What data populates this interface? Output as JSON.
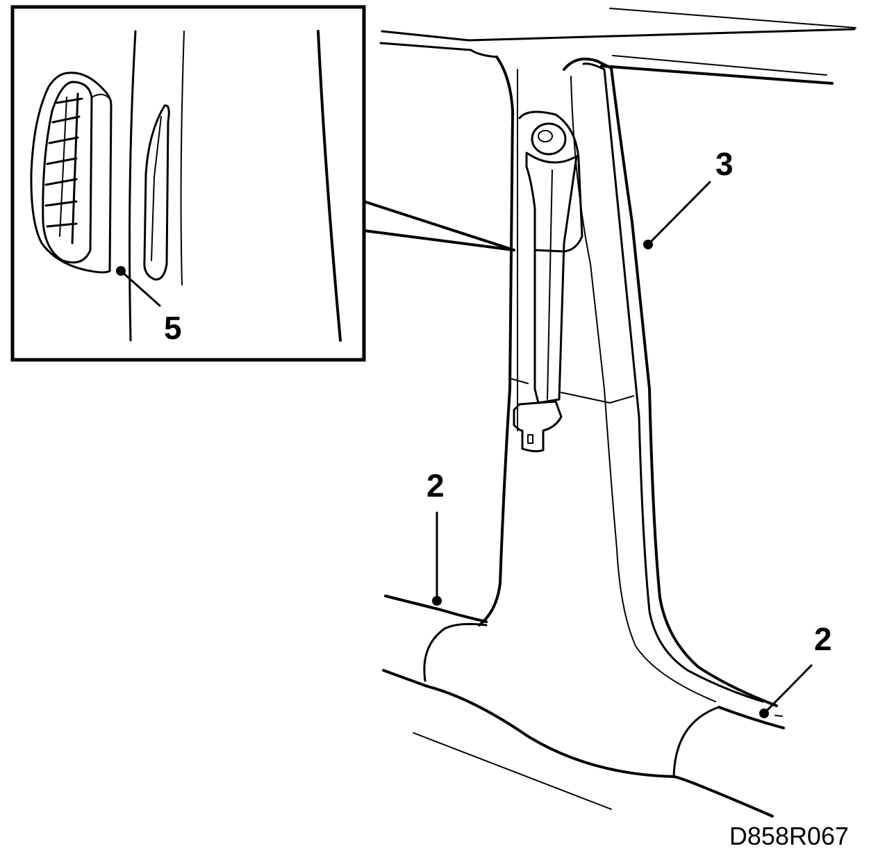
{
  "callouts": [
    {
      "id": "c5",
      "label": "5"
    },
    {
      "id": "c3",
      "label": "3"
    },
    {
      "id": "c2a",
      "label": "2"
    },
    {
      "id": "c2b",
      "label": "2"
    }
  ],
  "drawing_reference": "D858R067",
  "colors": {
    "line": "#000000",
    "background": "#ffffff"
  }
}
